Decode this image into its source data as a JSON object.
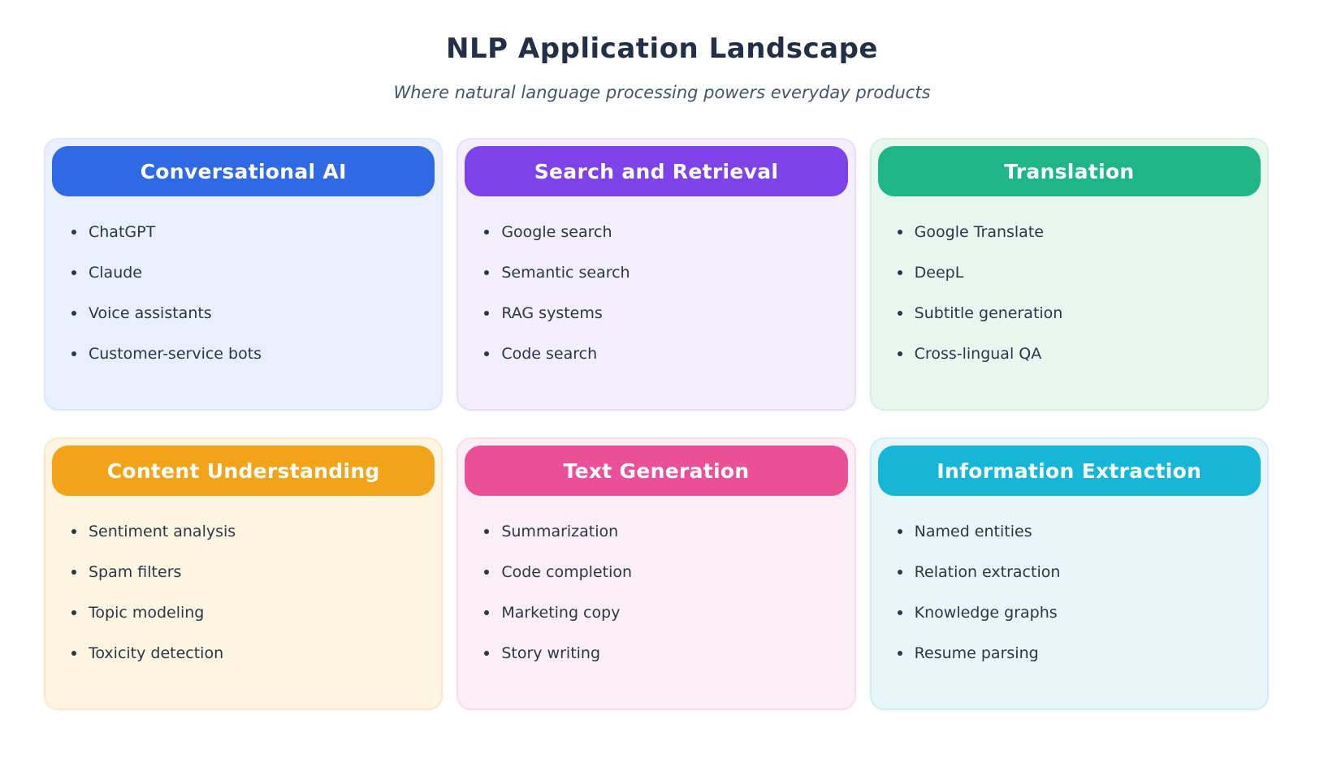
{
  "page": {
    "title": "NLP Application Landscape",
    "subtitle": "Where natural language processing powers everyday products",
    "background_color": "#ffffff",
    "title_color": "#232f45",
    "subtitle_color": "#44546a",
    "list_text_color": "#2b3648",
    "header_text_color": "#ffffff"
  },
  "cards": [
    {
      "title": "Conversational AI",
      "slug": "conversational-ai",
      "header_color": "#2f6ae4",
      "body_color": "#e9effc",
      "border_color": "#dde7f8",
      "items": [
        "ChatGPT",
        "Claude",
        "Voice assistants",
        "Customer-service bots"
      ]
    },
    {
      "title": "Search and Retrieval",
      "slug": "search-and-retrieval",
      "header_color": "#7d42e8",
      "body_color": "#f2eefc",
      "border_color": "#e7defa",
      "items": [
        "Google search",
        "Semantic search",
        "RAG systems",
        "Code search"
      ]
    },
    {
      "title": "Translation",
      "slug": "translation",
      "header_color": "#1fb687",
      "body_color": "#e7f7f0",
      "border_color": "#d5f0e3",
      "items": [
        "Google Translate",
        "DeepL",
        "Subtitle generation",
        "Cross-lingual QA"
      ]
    },
    {
      "title": "Content Understanding",
      "slug": "content-understanding",
      "header_color": "#f2a317",
      "body_color": "#fdf4e1",
      "border_color": "#fae8c9",
      "items": [
        "Sentiment analysis",
        "Spam filters",
        "Topic modeling",
        "Toxicity detection"
      ]
    },
    {
      "title": "Text Generation",
      "slug": "text-generation",
      "header_color": "#ea4f97",
      "body_color": "#fceef5",
      "border_color": "#f9dcea",
      "items": [
        "Summarization",
        "Code completion",
        "Marketing copy",
        "Story writing"
      ]
    },
    {
      "title": "Information Extraction",
      "slug": "information-extraction",
      "header_color": "#15b6d7",
      "body_color": "#e8f6f9",
      "border_color": "#cdeef5",
      "items": [
        "Named entities",
        "Relation extraction",
        "Knowledge graphs",
        "Resume parsing"
      ]
    }
  ]
}
